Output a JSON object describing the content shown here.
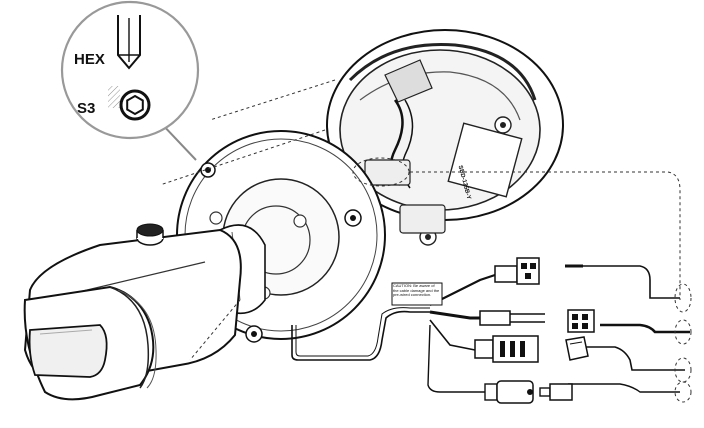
{
  "callout": {
    "hex_label": "HEX",
    "size_label": "S3"
  },
  "caution": {
    "text": "CAUTION: Be aware of the cable damage and the pre-wired connection."
  },
  "junction_box": {
    "side_text": "SBD-125B-Y"
  }
}
